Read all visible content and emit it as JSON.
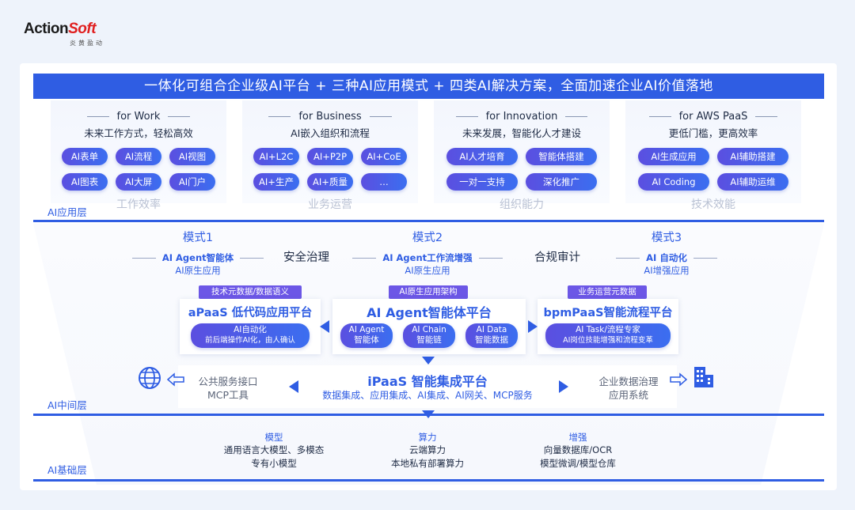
{
  "logo": {
    "brand_a": "Action",
    "brand_b": "Soft",
    "sub": "炎黄盈动"
  },
  "banner": "一体化可组合企业级AI平台 + 三种AI应用模式 + 四类AI解决方案，全面加速企业AI价值落地",
  "app_layer": {
    "label": "AI应用层",
    "cards": [
      {
        "title": "for Work",
        "subtitle": "未来工作方式，轻松高效",
        "items": [
          "AI表单",
          "AI流程",
          "AI视图",
          "AI图表",
          "AI大屏",
          "AI门户"
        ],
        "footer": "工作效率"
      },
      {
        "title": "for Business",
        "subtitle": "AI嵌入组织和流程",
        "items": [
          "AI+L2C",
          "AI+P2P",
          "AI+CoE",
          "AI+生产",
          "AI+质量",
          "…"
        ],
        "footer": "业务运营"
      },
      {
        "title": "for Innovation",
        "subtitle": "未来发展，智能化人才建设",
        "items": [
          "AI人才培育",
          "智能体搭建",
          "一对一支持",
          "深化推广"
        ],
        "footer": "组织能力"
      },
      {
        "title": "for AWS PaaS",
        "subtitle": "更低门槛，更高效率",
        "items": [
          "AI生成应用",
          "AI辅助搭建",
          "AI Coding",
          "AI辅助运维"
        ],
        "footer": "技术效能"
      }
    ]
  },
  "modes": [
    {
      "name": "模式1",
      "line": "AI Agent智能体",
      "sub": "AI原生应用"
    },
    {
      "name": "模式2",
      "line": "AI Agent工作流增强",
      "sub": "AI原生应用"
    },
    {
      "name": "模式3",
      "line": "AI 自动化",
      "sub": "AI增强应用"
    }
  ],
  "governance": [
    "安全治理",
    "合规审计"
  ],
  "tags": [
    "技术元数据/数据语义",
    "AI原生应用架构",
    "业务运营元数据"
  ],
  "apaas": {
    "title": "aPaaS 低代码应用平台",
    "pill_l1": "AI自动化",
    "pill_l2": "前后端操作AI化，由人确认"
  },
  "agent": {
    "title": "AI Agent智能体平台",
    "pills": [
      [
        "AI Agent",
        "智能体"
      ],
      [
        "AI Chain",
        "智能链"
      ],
      [
        "AI Data",
        "智能数据"
      ]
    ]
  },
  "bpm": {
    "title": "bpmPaaS智能流程平台",
    "pill_l1": "AI Task/流程专家",
    "pill_l2": "AI岗位技能增强和流程变革"
  },
  "ipaas": {
    "title": "iPaaS 智能集成平台",
    "sub": "数据集成、应用集成、AI集成、AI网关、MCP服务"
  },
  "left_side": [
    "公共服务接口",
    "MCP工具"
  ],
  "right_side": [
    "企业数据治理",
    "应用系统"
  ],
  "middle_layer": {
    "label": "AI中间层"
  },
  "base_layer": {
    "label": "AI基础层",
    "cols": [
      {
        "head": "模型",
        "lines": [
          "通用语言大模型、多模态",
          "专有小模型"
        ]
      },
      {
        "head": "算力",
        "lines": [
          "云端算力",
          "本地私有部署算力"
        ]
      },
      {
        "head": "增强",
        "lines": [
          "向量数据库/OCR",
          "模型微调/模型仓库"
        ]
      }
    ]
  },
  "colors": {
    "primary": "#2f5de3",
    "pill_gradient_start": "#5b4fe0",
    "tag": "#6c57e6"
  }
}
